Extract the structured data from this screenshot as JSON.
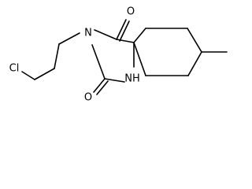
{
  "molecule": {
    "atoms": {
      "chlorine": "Cl",
      "nitrogen_imide": "N",
      "nitrogen_amide": "NH",
      "oxygen_top": "O",
      "oxygen_bottom": "O"
    },
    "colors": {
      "bond": "#000000",
      "label": "#000000",
      "background": "#ffffff"
    }
  }
}
